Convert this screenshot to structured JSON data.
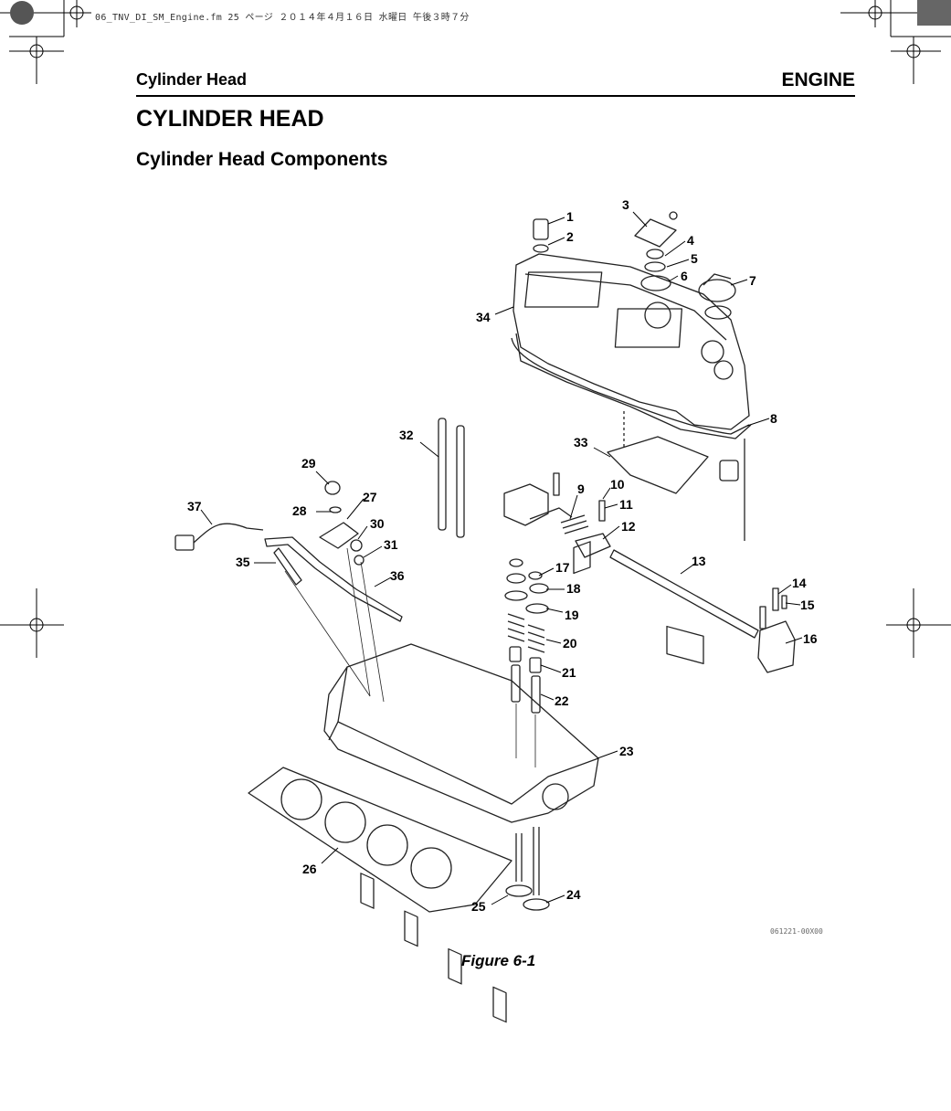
{
  "print_slug": "06_TNV_DI_SM_Engine.fm  25 ページ  ２０１４年４月１６日  水曜日  午後３時７分",
  "header": {
    "section": "Cylinder Head",
    "chapter": "ENGINE"
  },
  "title": "CYLINDER HEAD",
  "subtitle": "Cylinder Head Components",
  "figure": {
    "code": "061221-00X00",
    "caption": "Figure 6-1",
    "callouts": [
      "1",
      "2",
      "3",
      "4",
      "5",
      "6",
      "7",
      "8",
      "9",
      "10",
      "11",
      "12",
      "13",
      "14",
      "15",
      "16",
      "17",
      "18",
      "19",
      "20",
      "21",
      "22",
      "23",
      "24",
      "25",
      "26",
      "27",
      "28",
      "29",
      "30",
      "31",
      "32",
      "33",
      "34",
      "35",
      "36",
      "37"
    ]
  }
}
